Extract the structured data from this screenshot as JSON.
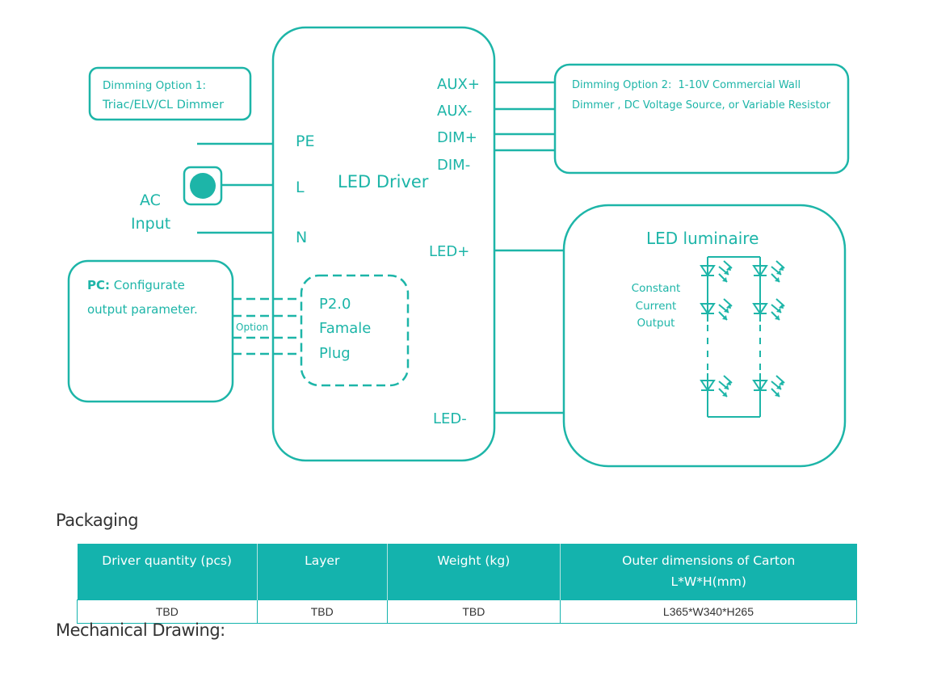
{
  "diagram": {
    "colors": {
      "accent": "#1db5a8",
      "table_header": "#14b3ad",
      "title_text": "#333333"
    },
    "driver": {
      "title": "LED Driver",
      "left_terminals": [
        "PE",
        "L",
        "N"
      ],
      "right_terminals_top": [
        "AUX+",
        "AUX-",
        "DIM+",
        "DIM-"
      ],
      "right_terminals_led": [
        "LED+",
        "LED-"
      ],
      "plug_lines": [
        "P2.0",
        "Famale",
        "Plug"
      ]
    },
    "dimming_option_1": {
      "title": "Dimming Option 1:",
      "text": "Triac/ELV/CL Dimmer"
    },
    "dimming_option_2": {
      "title": "Dimming Option 2:",
      "text_line1": "1-10V Commercial Wall",
      "text_line2": "Dimmer , DC Voltage Source, or Variable Resistor"
    },
    "ac_input": {
      "line1": "AC",
      "line2": "Input"
    },
    "pc": {
      "title": "PC:",
      "line1": " Configurate",
      "line2": "output parameter."
    },
    "option_label": "Option",
    "luminaire": {
      "title": "LED luminaire",
      "output_lines": [
        "Constant",
        "Current",
        "Output"
      ]
    }
  },
  "packaging": {
    "title": "Packaging",
    "headers": [
      "Driver quantity (pcs)",
      "Layer",
      "Weight (kg)",
      "Outer dimensions of Carton",
      "L*W*H(mm)"
    ],
    "row": [
      "TBD",
      "TBD",
      "TBD",
      "L365*W340*H265"
    ]
  },
  "mechanical": {
    "title": "Mechanical Drawing:"
  }
}
